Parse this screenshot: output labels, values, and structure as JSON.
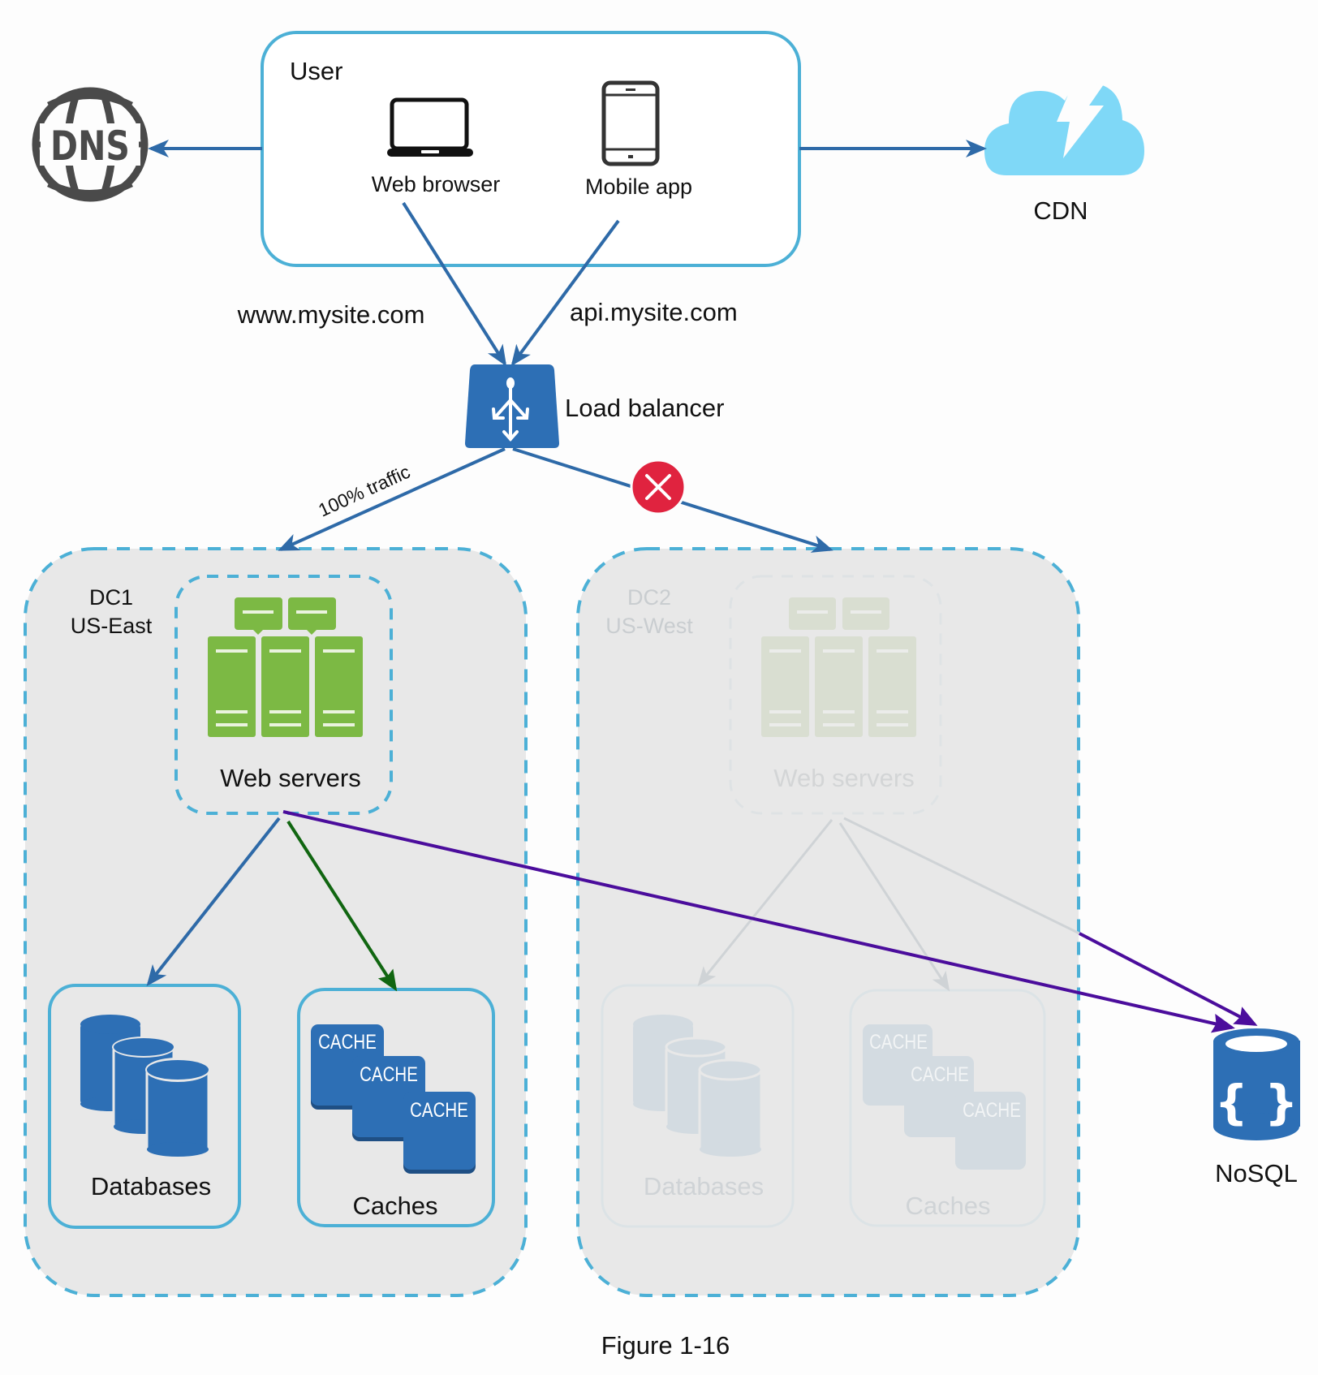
{
  "figure": {
    "caption": "Figure 1-16"
  },
  "nodes": {
    "dns": {
      "label": "DNS",
      "icon": "globe-icon"
    },
    "user": {
      "title": "User",
      "clients": [
        {
          "label": "Web browser",
          "icon": "laptop-icon",
          "domain": "www.mysite.com"
        },
        {
          "label": "Mobile app",
          "icon": "smartphone-icon",
          "domain": "api.mysite.com"
        }
      ]
    },
    "cdn": {
      "label": "CDN",
      "icon": "cloud-lightning-icon"
    },
    "load_balancer": {
      "label": "Load balancer",
      "icon": "load-balancer-icon"
    },
    "nosql": {
      "label": "NoSQL",
      "icon": "nosql-database-icon"
    }
  },
  "edges": {
    "to_dc1_label": "100% traffic",
    "to_dc2_status": "failed",
    "to_dc2_status_icon": "x-circle-icon"
  },
  "datacenters": [
    {
      "name": "DC1",
      "region": "US-East",
      "state": "active",
      "web_servers_label": "Web servers",
      "databases_label": "Databases",
      "caches_label": "Caches",
      "cache_tile_label": "CACHE"
    },
    {
      "name": "DC2",
      "region": "US-West",
      "state": "offline",
      "web_servers_label": "Web servers",
      "databases_label": "Databases",
      "caches_label": "Caches",
      "cache_tile_label": "CACHE"
    }
  ],
  "colors": {
    "container_stroke": "#4cb0d6",
    "arrow_blue": "#2e6aa8",
    "arrow_green": "#116611",
    "arrow_purple": "#4b0d9c",
    "icon_blue": "#2d6fb5",
    "server_green": "#7cb944",
    "cdn_cloud": "#7fd8f7",
    "failure_red": "#e0233f",
    "dc_fill": "#e8e8e8"
  }
}
